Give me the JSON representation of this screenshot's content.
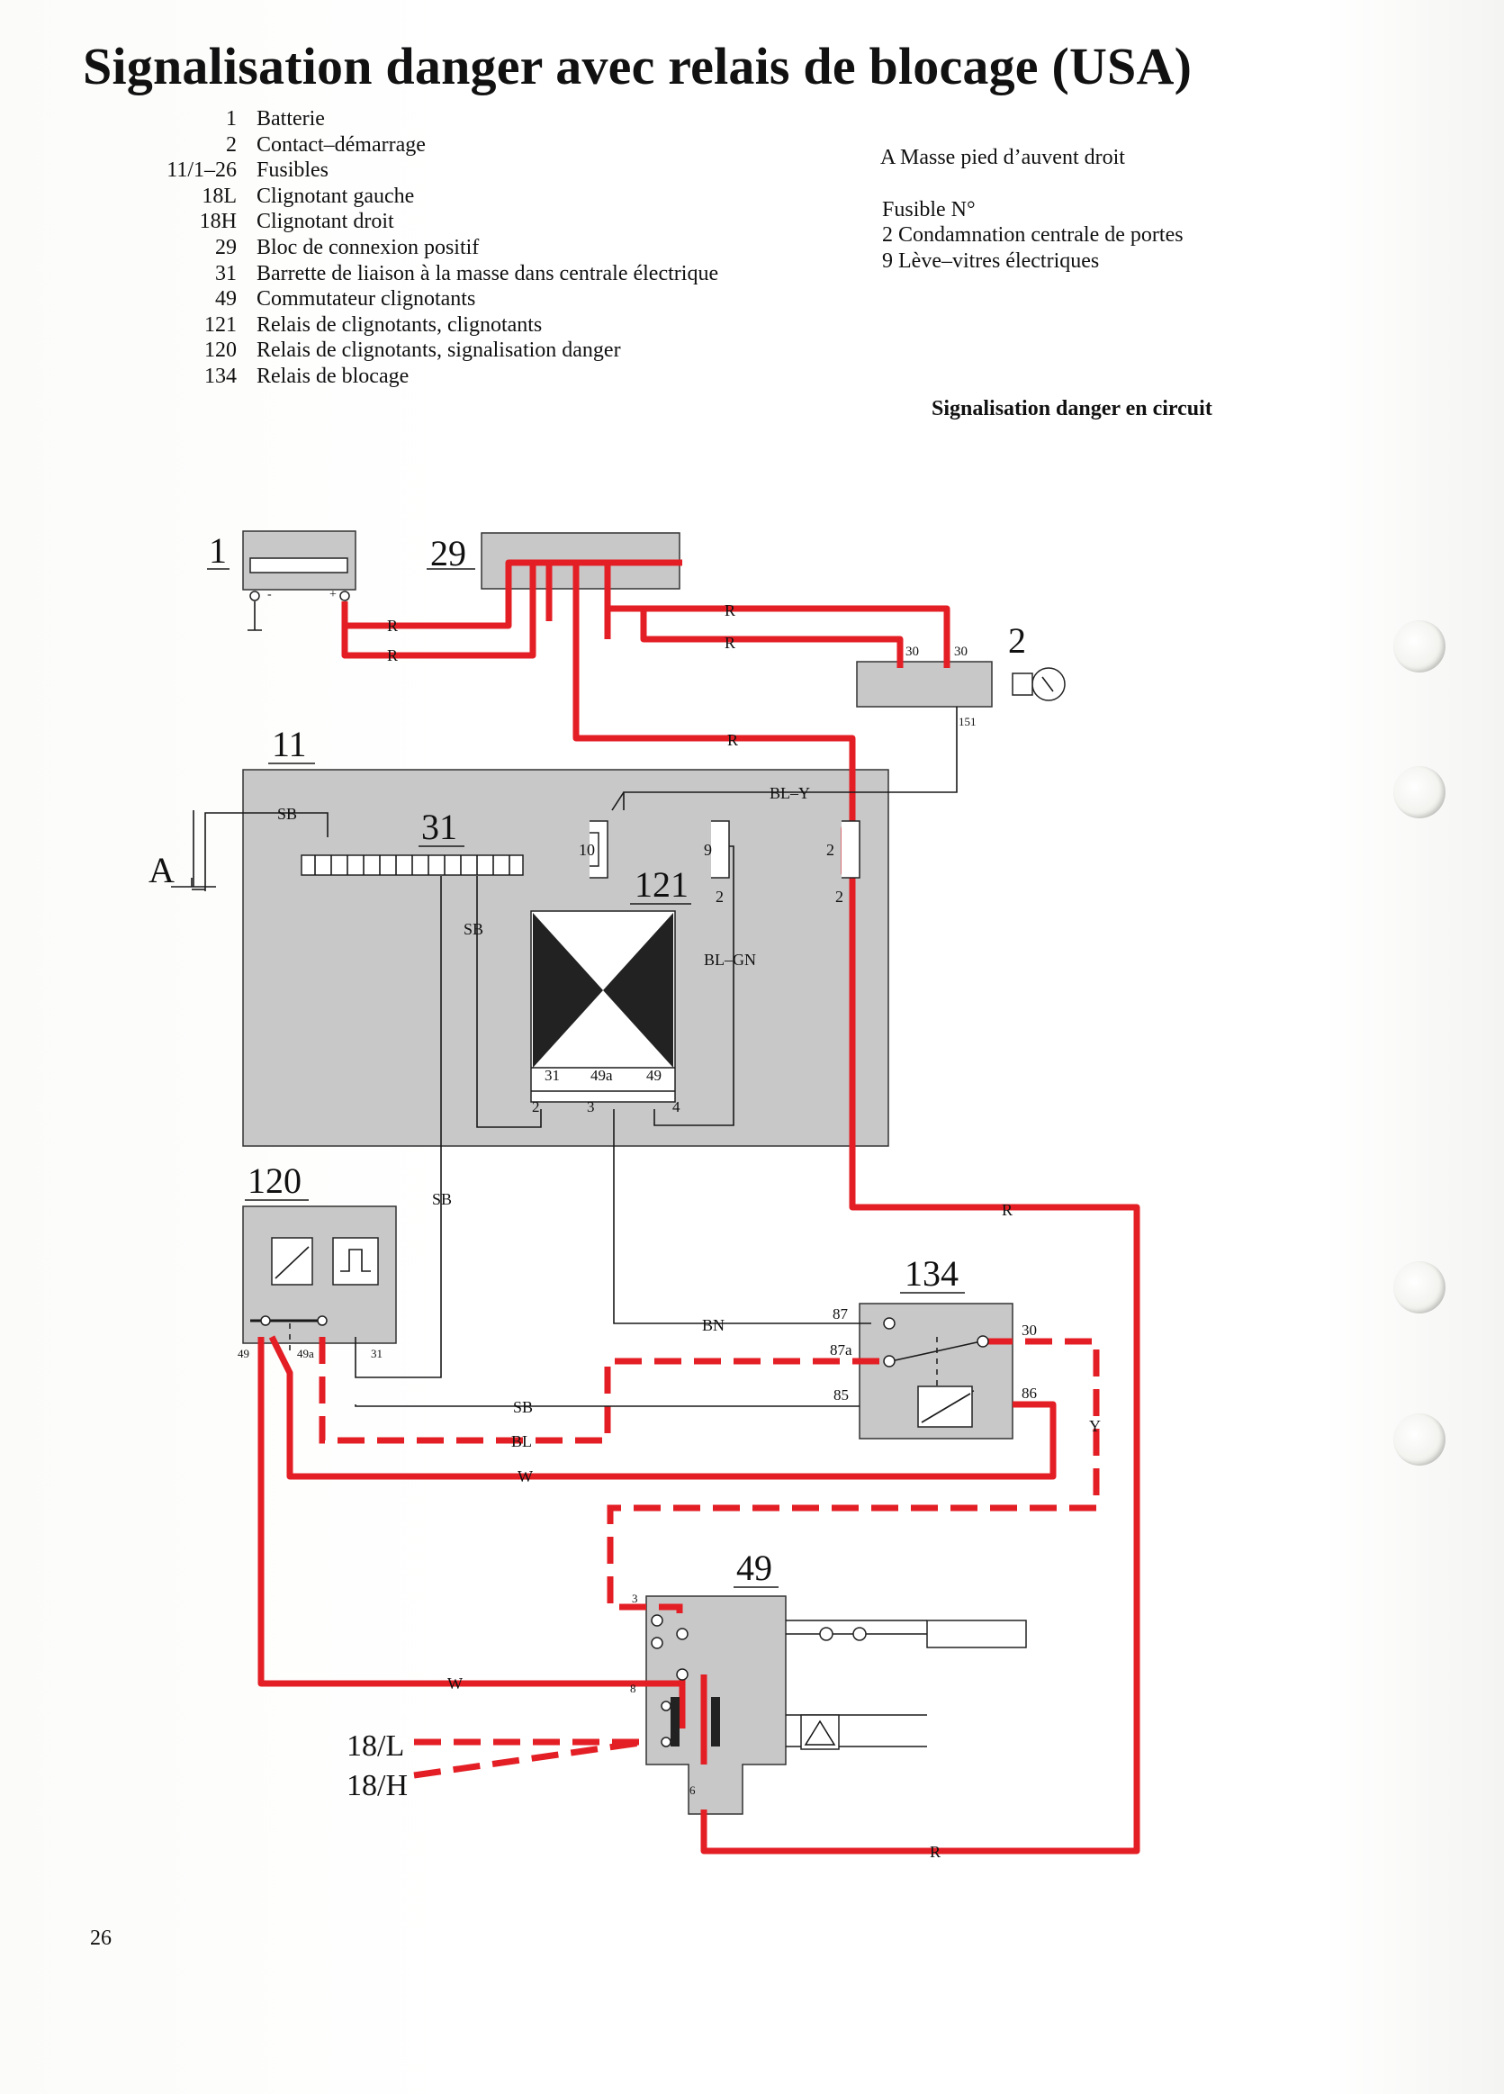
{
  "title": "Signalisation danger avec relais de blocage (USA)",
  "legend": [
    {
      "num": "1",
      "text": "Batterie"
    },
    {
      "num": "2",
      "text": "Contact–démarrage"
    },
    {
      "num": "11/1–26",
      "text": "Fusibles"
    },
    {
      "num": "18L",
      "text": "Clignotant gauche"
    },
    {
      "num": "18H",
      "text": "Clignotant droit"
    },
    {
      "num": "29",
      "text": "Bloc de connexion positif"
    },
    {
      "num": "31",
      "text": "Barrette de liaison à la masse dans centrale électrique"
    },
    {
      "num": "49",
      "text": "Commutateur clignotants"
    },
    {
      "num": "121",
      "text": "Relais de clignotants, clignotants"
    },
    {
      "num": "120",
      "text": "Relais de clignotants, signalisation danger"
    },
    {
      "num": "134",
      "text": "Relais de blocage"
    }
  ],
  "ground_note": "A  Masse pied d’auvent droit",
  "fuse_header": "Fusible N°",
  "fuses": [
    "2  Condamnation centrale de portes",
    "9  Lève–vitres électriques"
  ],
  "state_caption": "Signalisation danger en circuit",
  "page_number": "26",
  "components": {
    "battery": "1",
    "ignition": "2",
    "pos_block": "29",
    "fuse_box": "11",
    "ground_bar": "31",
    "relay_121": "121",
    "relay_120": "120",
    "relay_134": "134",
    "switch_49": "49",
    "ground_a": "A",
    "lamp_left": "18/L",
    "lamp_right": "18/H"
  },
  "wire_labels": {
    "r": "R",
    "sb": "SB",
    "bly": "BL–Y",
    "blgn": "BL–GN",
    "bn": "BN",
    "bl": "BL",
    "w": "W",
    "y": "Y"
  },
  "terminals": {
    "ign_30a": "30",
    "ign_30b": "30",
    "ign_151": "151",
    "f10": "10",
    "f9": "9",
    "f2": "2",
    "f9b": "2",
    "f2b": "2",
    "r121_31": "31",
    "r121_49a": "49a",
    "r121_49": "49",
    "r121_p2": "2",
    "r121_p3": "3",
    "r121_p4": "4",
    "r120_49": "49",
    "r120_49a": "49a",
    "r120_31": "31",
    "r134_87": "87",
    "r134_87a": "87a",
    "r134_85": "85",
    "r134_30": "30",
    "r134_86": "86",
    "s49_3": "3",
    "s49_8": "8",
    "s49_6": "6",
    "batt_minus": "-",
    "batt_plus": "+"
  },
  "colors": {
    "wire_live": "#e31e24",
    "wire_plain": "#1a1a1a",
    "housing": "#c8c8c8"
  }
}
